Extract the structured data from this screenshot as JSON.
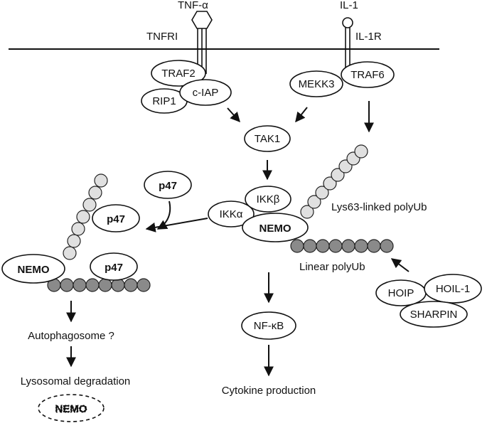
{
  "membrane": {
    "tnf_ligand": "TNF-α",
    "tnf_receptor": "TNFRI",
    "il1_ligand": "IL-1",
    "il1_receptor": "IL-1R"
  },
  "nodes": {
    "traf2": "TRAF2",
    "rip1": "RIP1",
    "ciap": "c-IAP",
    "mekk3": "MEKK3",
    "traf6": "TRAF6",
    "tak1": "TAK1",
    "ikka": "IKKα",
    "ikkb": "IKKβ",
    "nemo": "NEMO",
    "p47_free": "p47",
    "p47_chain": "p47",
    "p47_linear": "p47",
    "nemo_left": "NEMO",
    "nfkb": "NF-κB",
    "hoip": "HOIP",
    "hoil1": "HOIL-1",
    "sharpin": "SHARPIN",
    "nemo_degraded": "NEMO"
  },
  "labels": {
    "lys63": "Lys63-linked polyUb",
    "linear": "Linear polyUb",
    "autophagosome": "Autophagosome ?",
    "lysosomal": "Lysosomal degradation",
    "cytokine": "Cytokine production"
  }
}
